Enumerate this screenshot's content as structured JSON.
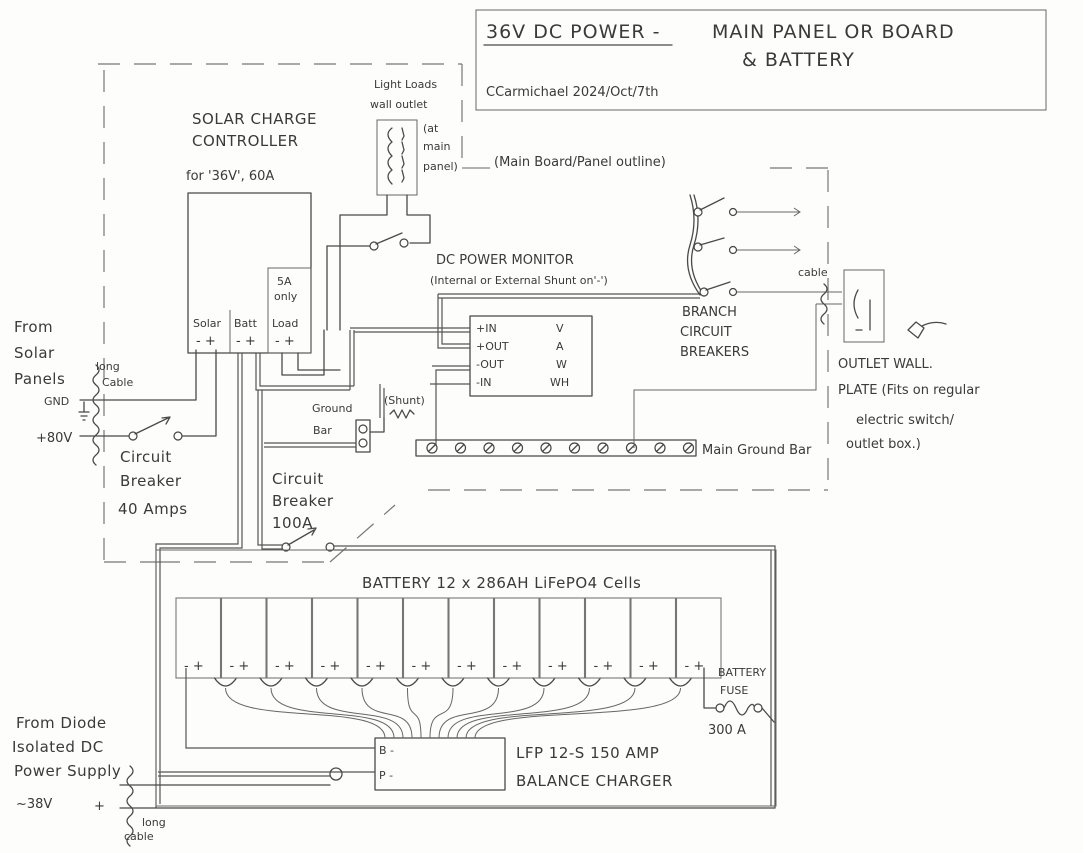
{
  "title": {
    "main": "36V DC POWER -",
    "sub_line1": "MAIN PANEL OR BOARD",
    "sub_line2": "& BATTERY",
    "author": "CCarmichael 2024/Oct/7th"
  },
  "board_outline_label": "(Main Board/Panel outline)",
  "light_loads": {
    "line1": "Light Loads",
    "line2": "wall outlet",
    "note1": "(at",
    "note2": "main",
    "note3": "panel)"
  },
  "charge_controller": {
    "line1": "SOLAR CHARGE",
    "line2": "CONTROLLER",
    "spec": "for '36V', 60A",
    "load_note1": "5A",
    "load_note2": "only",
    "terminals": [
      {
        "label": "Solar",
        "polarity": "- +"
      },
      {
        "label": "Batt",
        "polarity": "- +"
      },
      {
        "label": "Load",
        "polarity": "- +"
      }
    ]
  },
  "power_monitor": {
    "line1": "DC POWER MONITOR",
    "line2": "(Internal or External Shunt on'-')",
    "terminals": [
      "+IN",
      "+OUT",
      "-OUT",
      "-IN"
    ],
    "readouts": [
      "V",
      "A",
      "W",
      "WH"
    ]
  },
  "branch_breakers": {
    "line1": "BRANCH",
    "line2": "CIRCUIT",
    "line3": "BREAKERS"
  },
  "cable_label": "cable",
  "outlet_plate": {
    "line1": "OUTLET WALL.",
    "line2": "PLATE (Fits on regular",
    "line3": "electric switch/",
    "line4": "outlet box.)"
  },
  "solar_input": {
    "line1": "From",
    "line2": "Solar",
    "line3": "Panels",
    "gnd": "GND",
    "voltage": "+80V",
    "cable1": "long",
    "cable2": "Cable"
  },
  "breaker_40": {
    "line1": "Circuit",
    "line2": "Breaker",
    "line3": "40 Amps"
  },
  "ground_bar": {
    "line1": "Ground",
    "line2": "Bar"
  },
  "shunt_label": "(Shunt)",
  "main_ground_bar": "Main Ground Bar",
  "ground_bar_screws": 10,
  "breaker_100": {
    "line1": "Circuit",
    "line2": "Breaker",
    "line3": "100A"
  },
  "battery": {
    "label": "BATTERY 12 x 286AH LiFePO4 Cells",
    "cell_count": 12,
    "cell_polarity": "- +",
    "fuse1": "BATTERY",
    "fuse2": "FUSE",
    "fuse_rating": "300 A"
  },
  "balance_charger": {
    "line1": "LFP 12-S 150 AMP",
    "line2": "BALANCE CHARGER",
    "pin_b": "B -",
    "pin_p": "P -"
  },
  "dc_supply": {
    "line1": "From Diode",
    "line2": "Isolated DC",
    "line3": "Power Supply",
    "voltage": "~38V",
    "plus": "+",
    "cable1": "long",
    "cable2": "cable"
  }
}
